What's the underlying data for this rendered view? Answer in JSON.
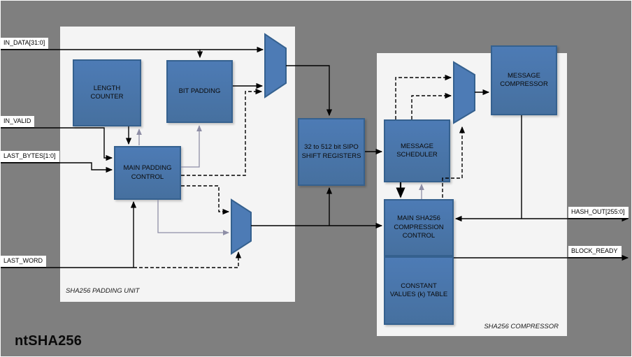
{
  "title": "ntSHA256",
  "regions": {
    "padding_unit": {
      "label": "SHA256 PADDING UNIT"
    },
    "compressor": {
      "label": "SHA256 COMPRESSOR"
    }
  },
  "blocks": {
    "length_counter": {
      "label": "LENGTH COUNTER"
    },
    "bit_padding": {
      "label": "BIT PADDING"
    },
    "main_padding_control": {
      "label": "MAIN PADDING CONTROL"
    },
    "sipo": {
      "label": "32 to 512 bit SIPO SHIFT REGISTERS"
    },
    "message_scheduler": {
      "label": "MESSAGE SCHEDULER"
    },
    "message_compressor": {
      "label": "MESSAGE COMPRESSOR"
    },
    "compression_control": {
      "label": "MAIN SHA256 COMPRESSION CONTROL"
    },
    "constant_table": {
      "label": "CONSTANT VALUES (k) TABLE"
    }
  },
  "signals": {
    "inputs": {
      "in_data": {
        "label": "IN_DATA[31:0]"
      },
      "in_valid": {
        "label": "IN_VALID"
      },
      "last_bytes": {
        "label": "LAST_BYTES[1:0]"
      },
      "last_word": {
        "label": "LAST_WORD"
      }
    },
    "outputs": {
      "hash_out": {
        "label": "HASH_OUT[255:0]"
      },
      "block_ready": {
        "label": "BLOCK_READY"
      }
    }
  },
  "colors": {
    "background": "#7f7f7f",
    "region_fill": "#f4f4f4",
    "block_fill": "#4d7bb5",
    "block_border": "#35618f",
    "wire": "#000000",
    "control_wire": "#8e8ea6"
  }
}
